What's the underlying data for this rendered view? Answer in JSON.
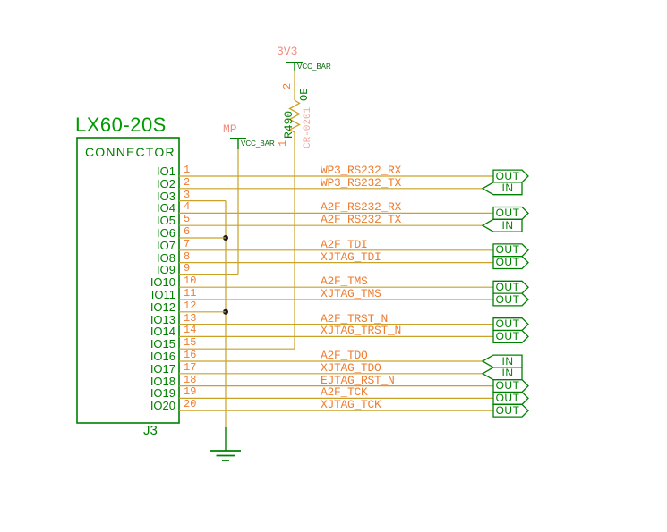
{
  "colors": {
    "wire": "#C9A227",
    "green": "#008000",
    "title_green": "#009B00",
    "orange": "#EE7D31",
    "salmon": "#F28B7D",
    "pink": "#F2A693",
    "dark_green": "#036403",
    "junction": "#1A1A1A"
  },
  "connector": {
    "title": "LX60-20S",
    "type_label": "CONNECTOR",
    "refdes": "J3"
  },
  "power_rails": [
    {
      "net": "3V3",
      "symbol": "VCC_BAR"
    },
    {
      "net": "MP",
      "symbol": "VCC_BAR"
    }
  ],
  "resistor": {
    "refdes": "R490",
    "part_code": "CR-0201",
    "pin_top_number": "2",
    "pin_bottom_number": "1",
    "pin_top_name": "OE"
  },
  "pins": [
    {
      "num": "1",
      "name": "IO1",
      "net": "WP3_RS232_RX",
      "flag": "OUT"
    },
    {
      "num": "2",
      "name": "IO2",
      "net": "WP3_RS232_TX",
      "flag": "IN"
    },
    {
      "num": "3",
      "name": "IO3",
      "net": "",
      "flag": null
    },
    {
      "num": "4",
      "name": "IO4",
      "net": "A2F_RS232_RX",
      "flag": "OUT"
    },
    {
      "num": "5",
      "name": "IO5",
      "net": "A2F_RS232_TX",
      "flag": "IN"
    },
    {
      "num": "6",
      "name": "IO6",
      "net": "",
      "flag": null
    },
    {
      "num": "7",
      "name": "IO7",
      "net": "A2F_TDI",
      "flag": "OUT"
    },
    {
      "num": "8",
      "name": "IO8",
      "net": "XJTAG_TDI",
      "flag": "OUT"
    },
    {
      "num": "9",
      "name": "IO9",
      "net": "",
      "flag": null
    },
    {
      "num": "10",
      "name": "IO10",
      "net": "A2F_TMS",
      "flag": "OUT"
    },
    {
      "num": "11",
      "name": "IO11",
      "net": "XJTAG_TMS",
      "flag": "OUT"
    },
    {
      "num": "12",
      "name": "IO12",
      "net": "",
      "flag": null
    },
    {
      "num": "13",
      "name": "IO13",
      "net": "A2F_TRST_N",
      "flag": "OUT"
    },
    {
      "num": "14",
      "name": "IO14",
      "net": "XJTAG_TRST_N",
      "flag": "OUT"
    },
    {
      "num": "15",
      "name": "IO15",
      "net": "",
      "flag": null
    },
    {
      "num": "16",
      "name": "IO16",
      "net": "A2F_TDO",
      "flag": "IN"
    },
    {
      "num": "17",
      "name": "IO17",
      "net": "XJTAG_TDO",
      "flag": "IN"
    },
    {
      "num": "18",
      "name": "IO18",
      "net": "EJTAG_RST_N",
      "flag": "OUT"
    },
    {
      "num": "19",
      "name": "IO19",
      "net": "A2F_TCK",
      "flag": "OUT"
    },
    {
      "num": "20",
      "name": "IO20",
      "net": "XJTAG_TCK",
      "flag": "OUT"
    }
  ]
}
